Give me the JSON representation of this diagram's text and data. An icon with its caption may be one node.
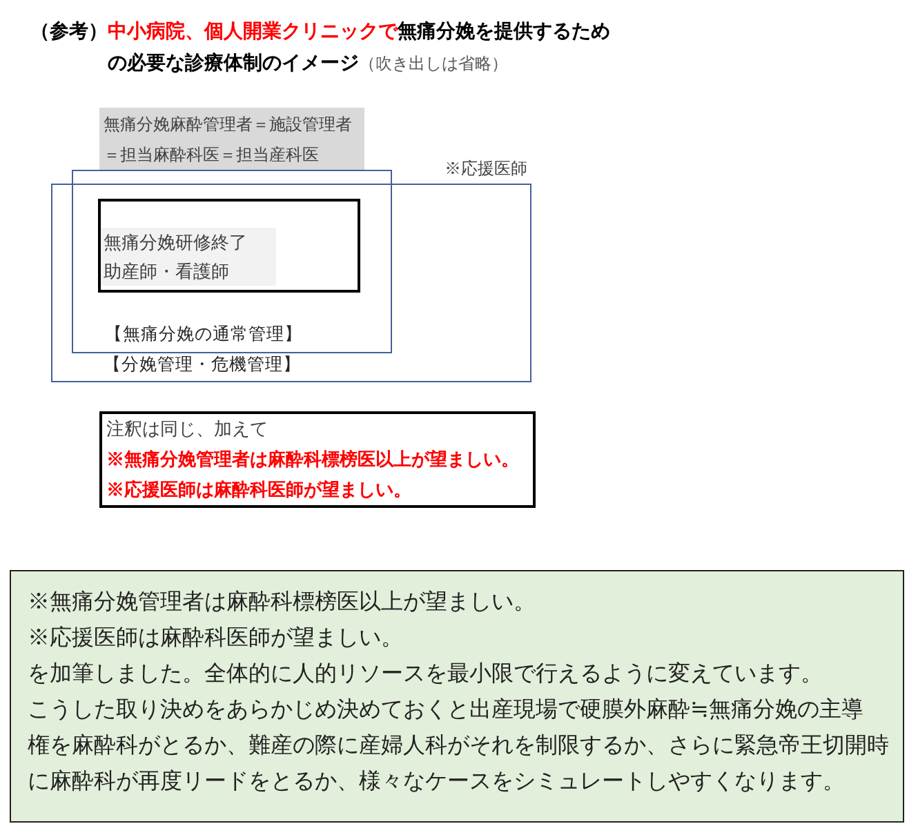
{
  "diagram": {
    "title": "**（参考）****中小病院、個人開業クリニックで****無痛分娩を提供するための必要な診療体制のイメージ**（吹き出しは省略）",
    "nodes": [
      {
        "text": [
          "無痛分娩麻酔管理者＝施設管理者＝担当麻酔科医＝担当産科医"
        ]
      },
      {
        "text": [
          "※応援医師",
          "【分娩管理・危機管理】"
        ]
      },
      {
        "text": [
          "【無痛分娩の通常管理】"
        ]
      },
      {
        "text": [
          "無痛分娩研修終了助産師・看護師"
        ],
        "in": 2
      },
      {
        "text": [
          "注釈は同じ、加えて",
          "※無痛分娩管理者は麻酔科標榜医以上が望ましい。",
          "※応援医師は麻酔科医師が望ましい。"
        ]
      },
      {
        "text": [
          "※無痛分娩管理者は麻酔科標榜医以上が望ましい。",
          "※応援医師は麻酔科医師が望ましい。",
          "を加筆しました。全体的に人的リソースを最小限で行えるように変えています。",
          "こうした取り決めをあらかじめ決めておくと出産現場で硬膜外麻酔≒無痛分娩の主導権を麻酔科がとるか、難産の際に産婦人科がそれを制限するか、さらに緊急帝王切開時に麻酔科が再度リードをとるか、様々なケースをシミュレートしやすくなります。"
        ]
      }
    ]
  }
}
